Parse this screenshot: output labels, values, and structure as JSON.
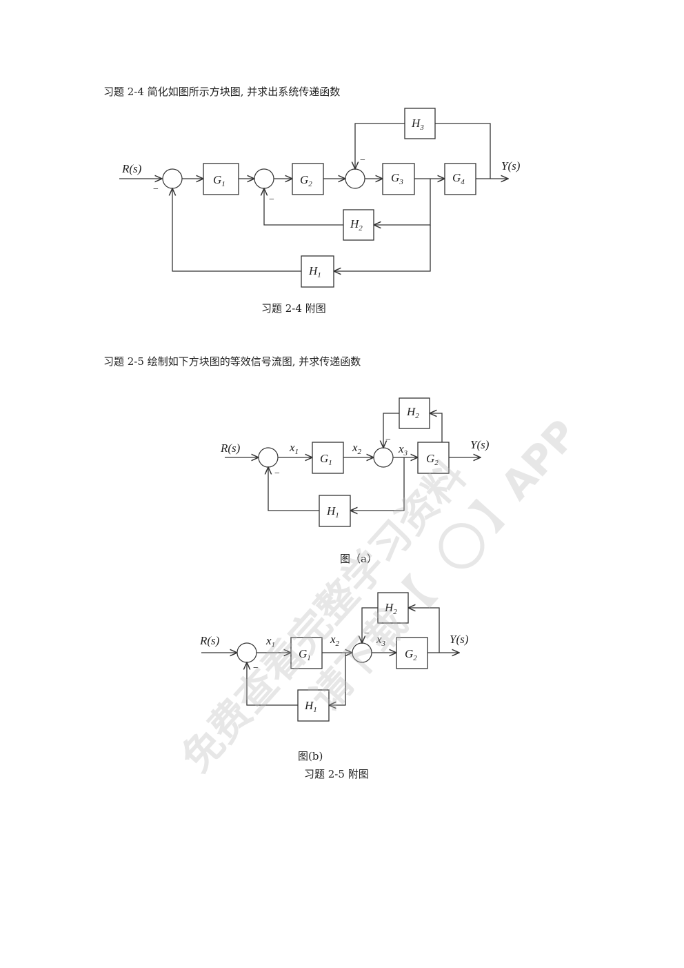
{
  "problem_2_4": {
    "statement": "习题 2-4  简化如图所示方块图, 并求出系统传递函数",
    "caption": "习题 2-4 附图",
    "input": "R(s)",
    "output": "Y(s)",
    "minus": "−",
    "blocks": {
      "G1": "1",
      "G2": "2",
      "G3": "3",
      "G4": "4",
      "H1": "1",
      "H2": "2",
      "H3": "3"
    }
  },
  "problem_2_5": {
    "statement": "习题 2-5  绘制如下方块图的等效信号流图, 并求传递函数",
    "caption_a": "图（a）",
    "caption_b": "图(b)",
    "caption": "习题 2-5 附图",
    "input": "R(s)",
    "output": "Y(s)",
    "x1": "1",
    "x2": "2",
    "x3": "3"
  },
  "watermark": {
    "line1": "免费查看完整学习资料",
    "line2": "请下载【",
    "line3": "】APP"
  }
}
